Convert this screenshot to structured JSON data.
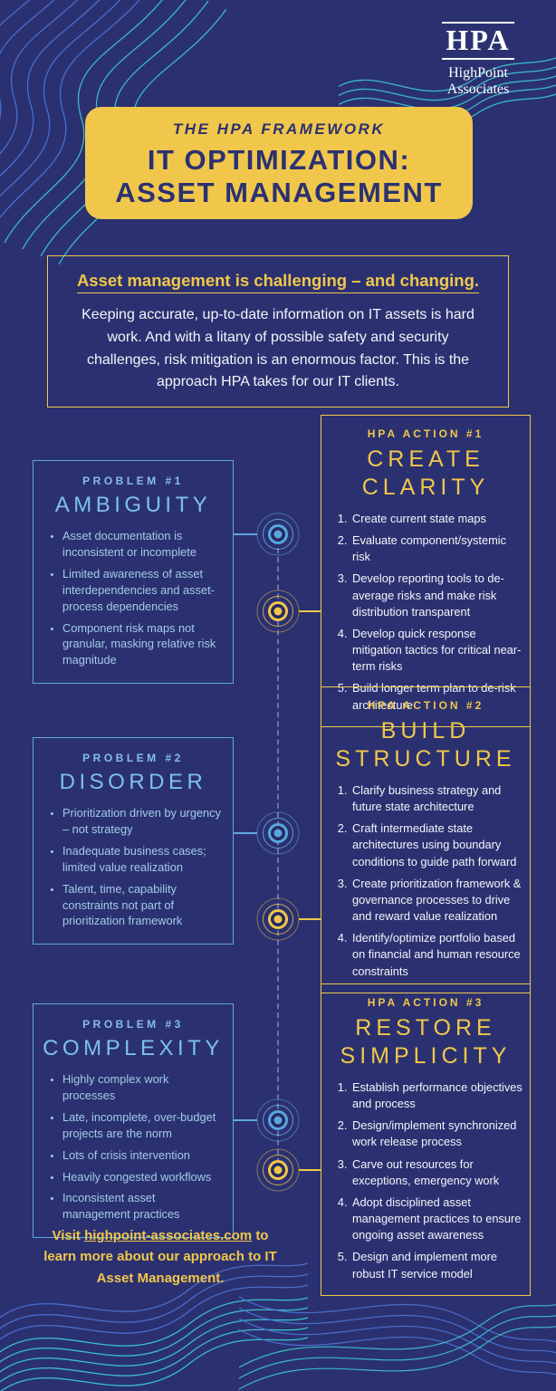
{
  "colors": {
    "background": "#2b3170",
    "accent_yellow": "#f1c74b",
    "accent_light_blue": "#6fb8e8",
    "wave_teal": "#3cc7d1",
    "wave_blue": "#4d74d9",
    "text_white": "#f3f5fa"
  },
  "logo": {
    "abbr": "HPA",
    "name_top": "HighPoint",
    "name_bottom": "Associates"
  },
  "banner": {
    "kicker": "THE HPA FRAMEWORK",
    "title_line1": "IT OPTIMIZATION:",
    "title_line2": "ASSET MANAGEMENT"
  },
  "intro": {
    "heading": "Asset management is challenging – and changing.",
    "body": "Keeping accurate, up-to-date information on IT assets is hard work. And with a litany of possible safety and security challenges, risk mitigation is an enormous factor. This is the approach HPA takes for our IT clients."
  },
  "problems": [
    {
      "kicker": "PROBLEM #1",
      "title": "AMBIGUITY",
      "bullets": [
        "Asset documentation is inconsistent or incomplete",
        "Limited awareness of asset interdependencies and asset-process dependencies",
        "Component risk maps not granular, masking relative risk magnitude"
      ]
    },
    {
      "kicker": "PROBLEM #2",
      "title": "DISORDER",
      "bullets": [
        "Prioritization driven by urgency – not strategy",
        "Inadequate business cases; limited value realization",
        "Talent, time, capability constraints not part of prioritization framework"
      ]
    },
    {
      "kicker": "PROBLEM #3",
      "title": "COMPLEXITY",
      "bullets": [
        "Highly complex work processes",
        "Late, incomplete, over-budget projects are the norm",
        "Lots of crisis intervention",
        "Heavily congested workflows",
        "Inconsistent asset management practices"
      ]
    }
  ],
  "actions": [
    {
      "kicker": "HPA ACTION #1",
      "title_line1": "CREATE",
      "title_line2": "CLARITY",
      "items": [
        "Create current state maps",
        "Evaluate component/systemic risk",
        "Develop reporting tools to de-average risks and make risk distribution transparent",
        "Develop quick response mitigation tactics for critical near-term risks",
        "Build longer term plan to de-risk architecture"
      ]
    },
    {
      "kicker": "HPA ACTION #2",
      "title_line1": "BUILD",
      "title_line2": "STRUCTURE",
      "items": [
        "Clarify business strategy and future state architecture",
        "Craft intermediate state architectures using boundary conditions to guide path forward",
        "Create prioritization framework & governance processes to drive and reward value realization",
        "Identify/optimize portfolio based on financial and human resource constraints"
      ]
    },
    {
      "kicker": "HPA ACTION #3",
      "title_line1": "RESTORE",
      "title_line2": "SIMPLICITY",
      "items": [
        "Establish performance objectives and process",
        "Design/implement synchronized work release process",
        "Carve out resources for exceptions, emergency work",
        "Adopt disciplined asset management practices to ensure ongoing asset awareness",
        "Design and implement more robust IT service model"
      ]
    }
  ],
  "footer": {
    "pre": "Visit",
    "link": "highpoint-associates.com",
    "post": "to learn more about our approach to IT Asset Management."
  }
}
